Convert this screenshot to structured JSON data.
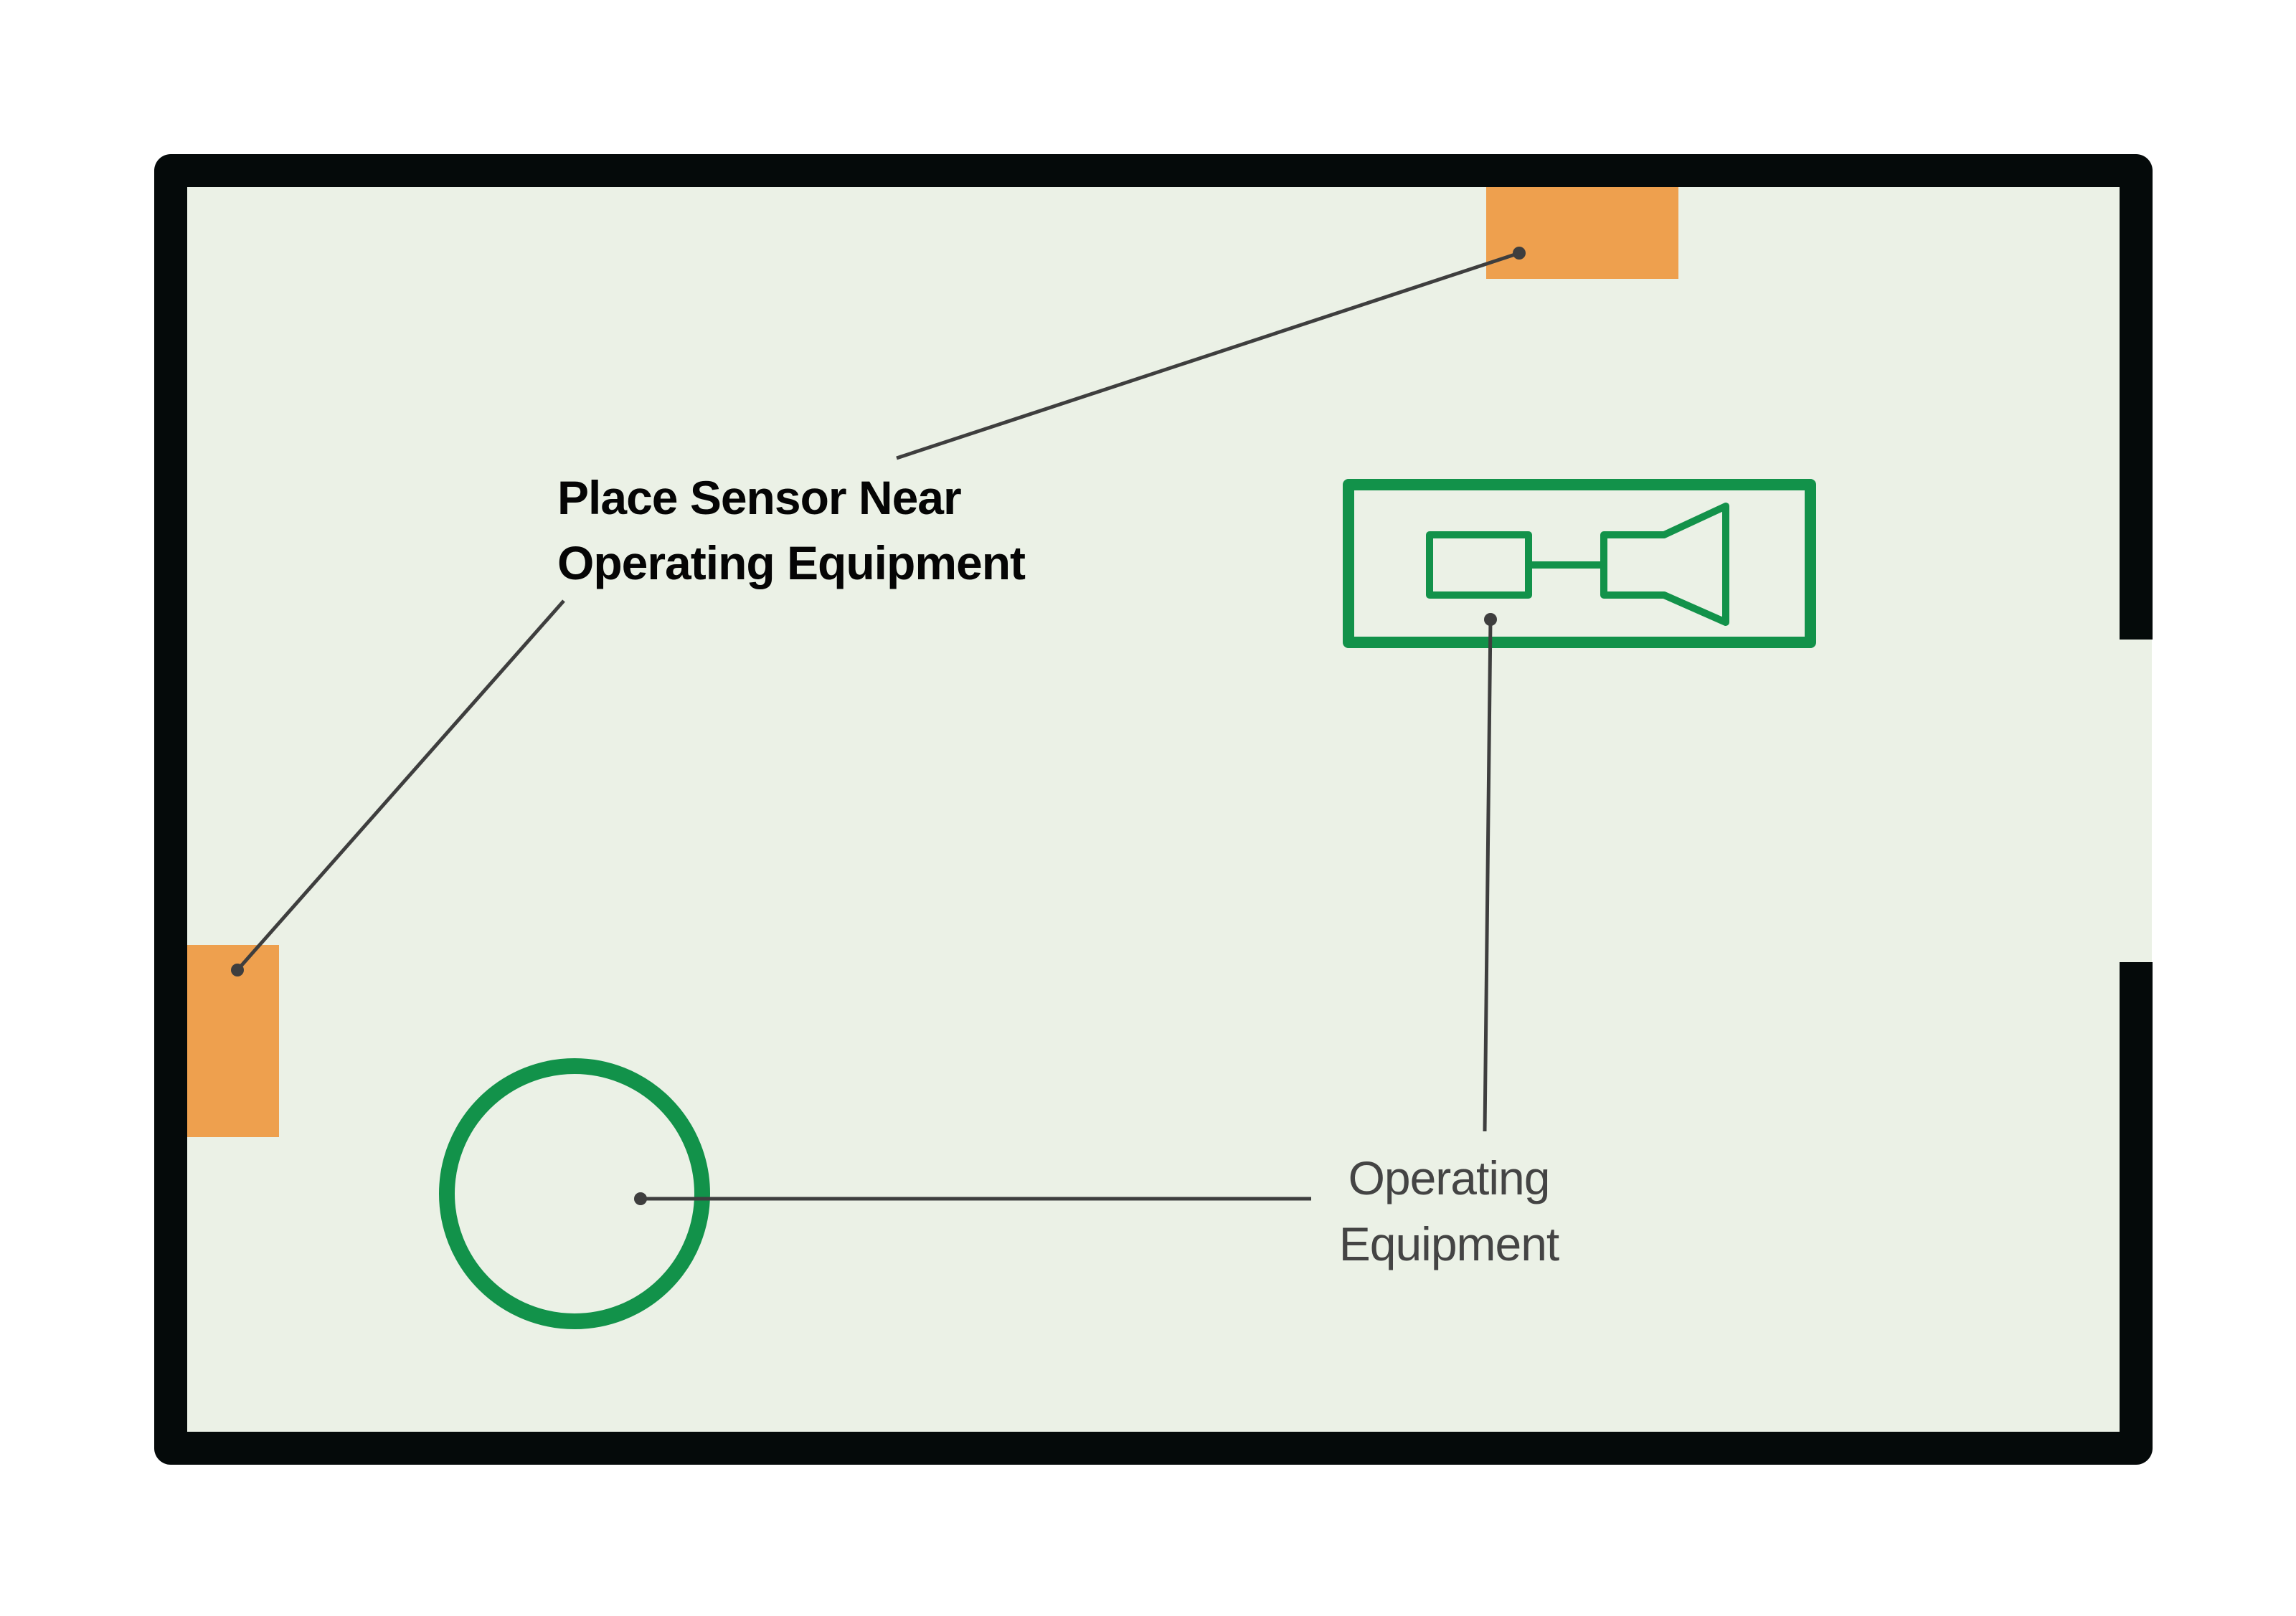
{
  "labels": {
    "sensor_line1": "Place Sensor Near",
    "sensor_line2": "Operating Equipment",
    "equipment_line1": "Operating",
    "equipment_line2": "Equipment"
  },
  "colors": {
    "background": "#ffffff",
    "floor": "#ebf1e6",
    "wall": "#050a0a",
    "sensor": "#eea04e",
    "equipment": "#12924a",
    "leader": "#3e3e3e",
    "label_strong": "#050505",
    "label_plain": "#444444"
  },
  "icons": {
    "sensor": "rectangle",
    "equipment_round": "circle-outline",
    "equipment_machine": "motor-and-pump-outline"
  }
}
